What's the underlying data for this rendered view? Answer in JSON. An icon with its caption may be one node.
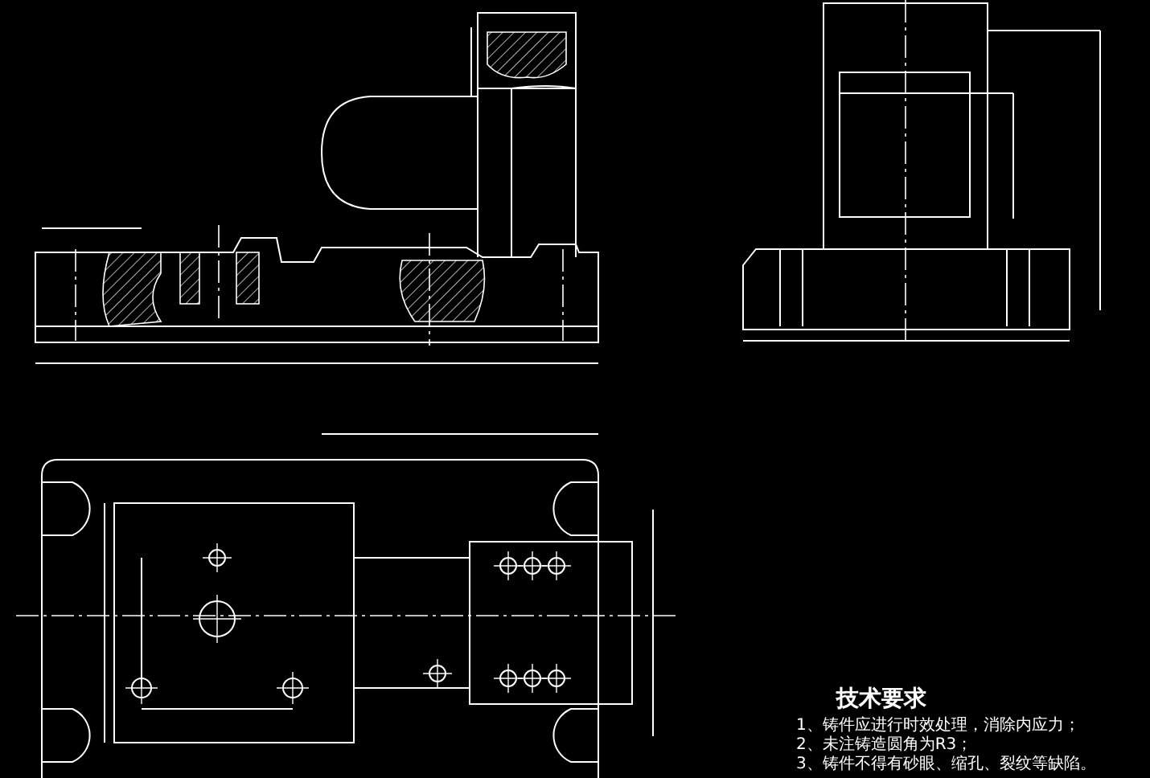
{
  "diagram": {
    "labels": [
      "技术要求",
      "1、铸件应进行时效处理，消除内应力；",
      "2、未注铸造圆角为R3；",
      "3、铸件不得有砂眼、缩孔、裂纹等缺陷。"
    ]
  }
}
